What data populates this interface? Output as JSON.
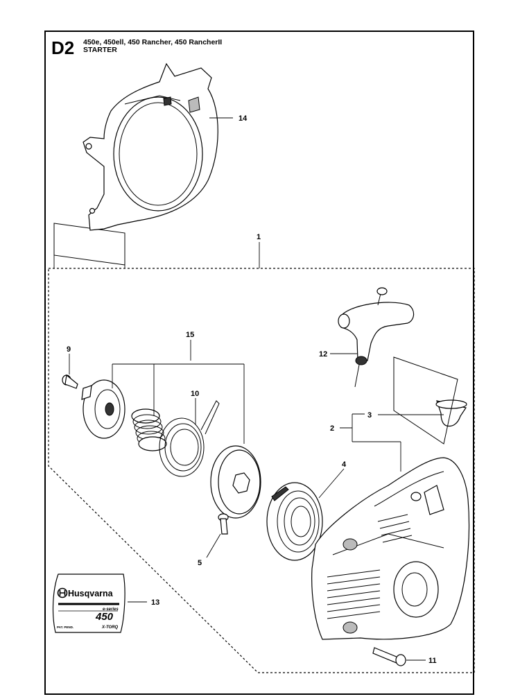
{
  "header": {
    "section_code": "D2",
    "models": "450e, 450ell, 450 Rancher, 450 RancherII",
    "title": "STARTER"
  },
  "callouts": [
    "1",
    "2",
    "3",
    "4",
    "5",
    "9",
    "10",
    "11",
    "12",
    "13",
    "14",
    "15"
  ],
  "decal": {
    "brand": "Husqvarna",
    "series": "e-series",
    "model": "450",
    "feature": "X-TORQ",
    "pat_text": "PAT. PEND."
  }
}
